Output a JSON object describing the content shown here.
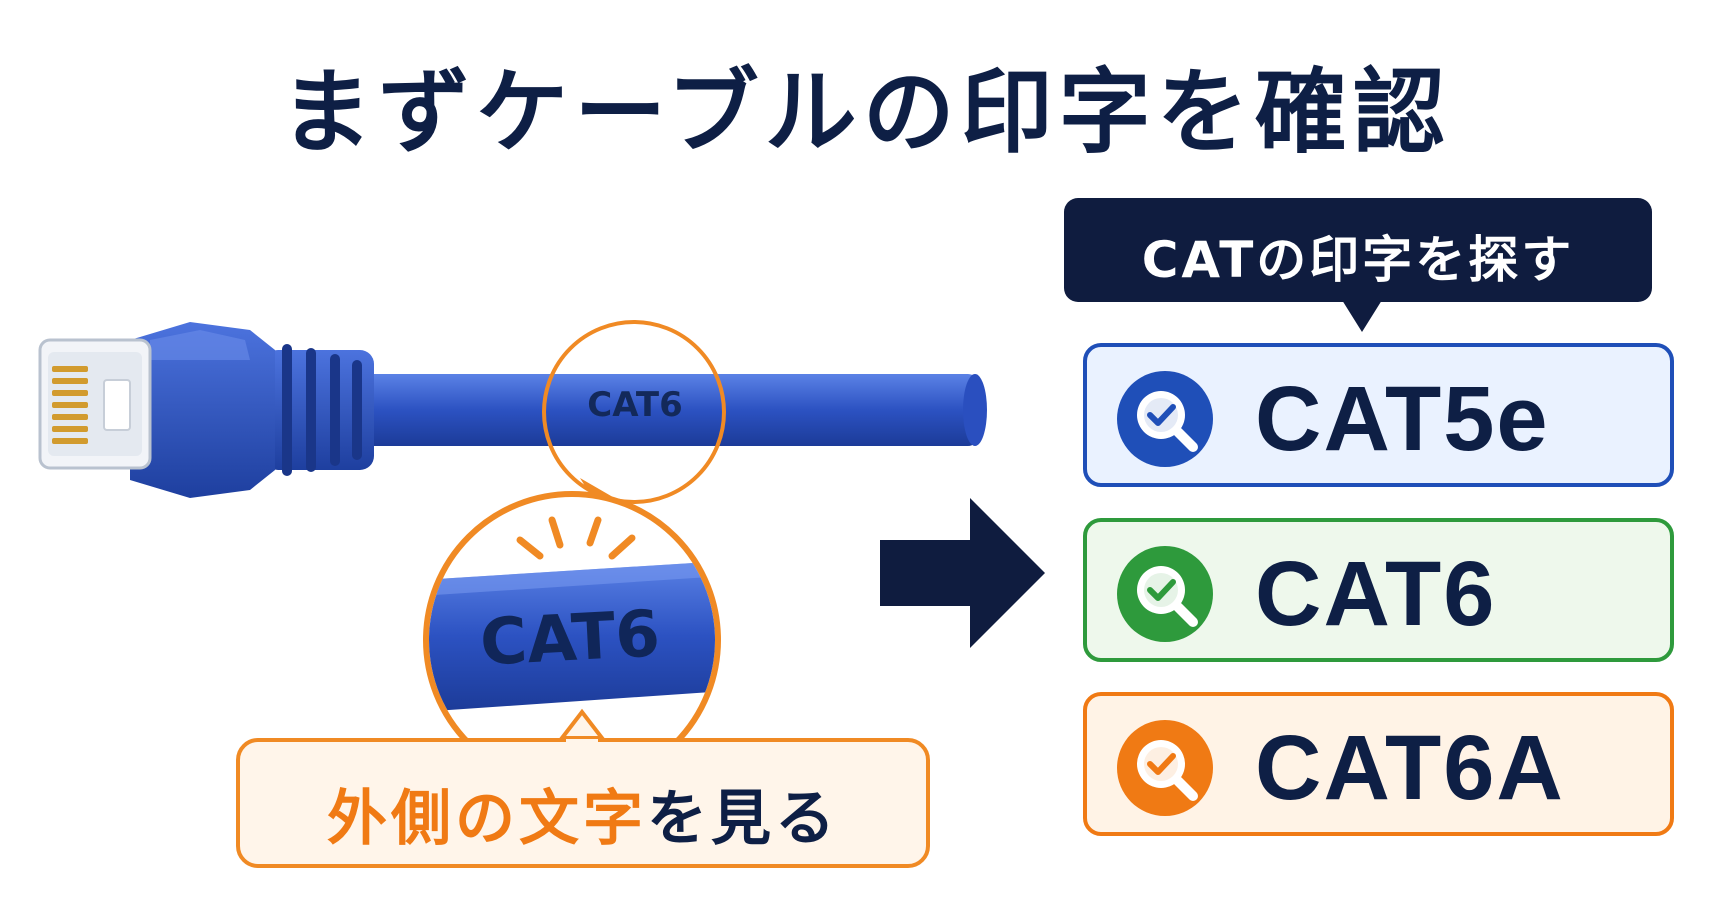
{
  "title": "まずケーブルの印字を確認",
  "cable": {
    "print_label": "CAT6",
    "zoom_label": "CAT6"
  },
  "caption": {
    "part_orange": "外側の文字",
    "part_navy": "を見る"
  },
  "search_tag": {
    "label": "CATの印字を探す"
  },
  "categories": [
    {
      "label": "CAT5e",
      "color": "#1f4fb8",
      "bg": "#eaf2ff",
      "icon": "search-check-icon"
    },
    {
      "label": "CAT6",
      "color": "#2e9a3c",
      "bg": "#eef8ec",
      "icon": "search-check-icon"
    },
    {
      "label": "CAT6A",
      "color": "#f07a14",
      "bg": "#fff3e6",
      "icon": "search-check-icon"
    }
  ],
  "colors": {
    "navy": "#0e1f45",
    "cable_blue": "#2d55c6",
    "accent_orange": "#f08a24"
  }
}
